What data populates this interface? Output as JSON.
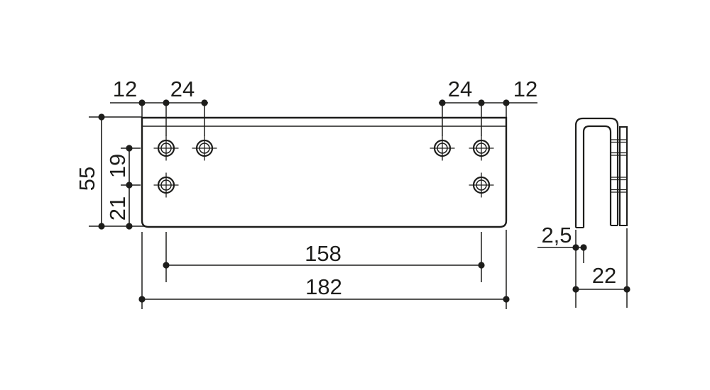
{
  "drawing": {
    "type": "technical-drawing",
    "views": [
      "front",
      "side"
    ],
    "front_view": {
      "hole_count": 6,
      "dimensions": {
        "edge_offset_left": "12",
        "hole_spacing_left": "24",
        "hole_spacing_right": "24",
        "edge_offset_right": "12",
        "plate_height": "55",
        "hole_row_spacing": "19",
        "hole_row_to_bottom": "21",
        "hole_span": "158",
        "plate_width": "182"
      }
    },
    "side_view": {
      "dimensions": {
        "material_thickness": "2,5",
        "plate_depth": "22"
      }
    },
    "colors": {
      "line": "#1d1d1b",
      "background": "#ffffff"
    }
  }
}
